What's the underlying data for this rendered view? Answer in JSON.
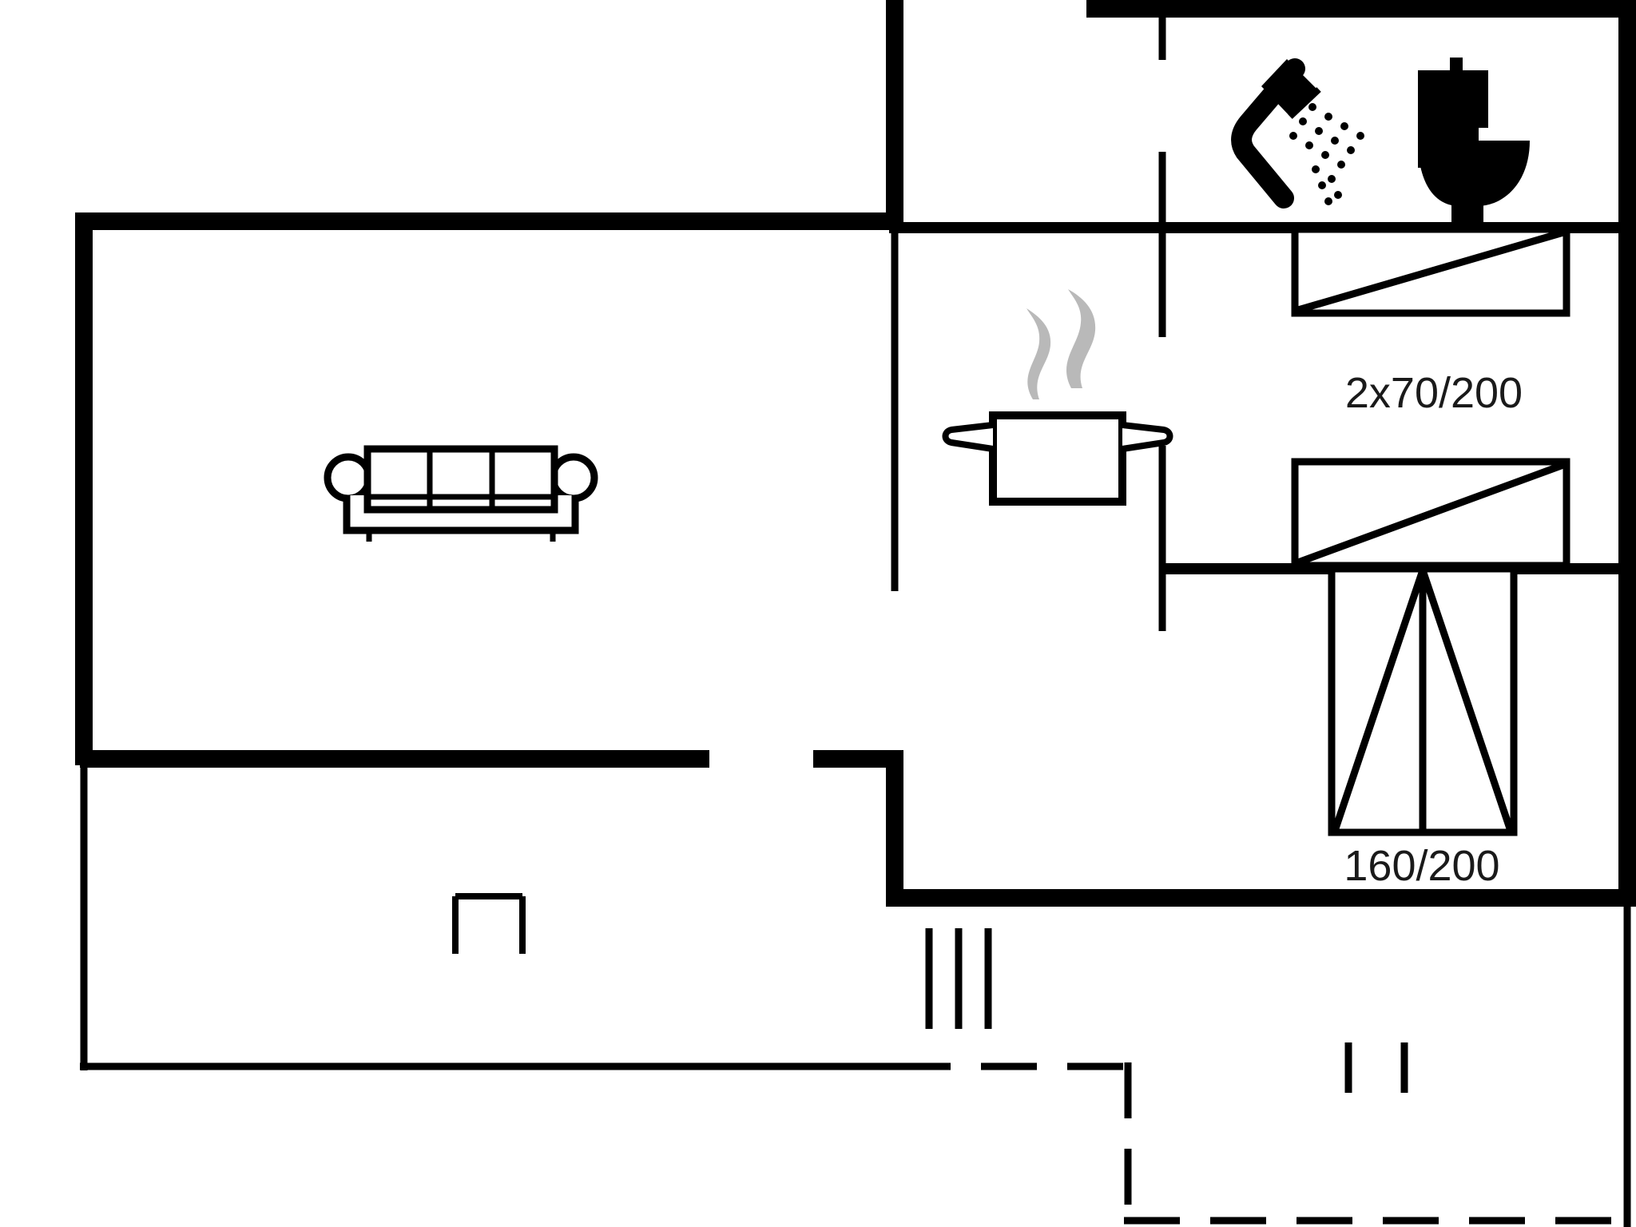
{
  "document": {
    "type": "floor-plan",
    "title": "Holiday home floor plan",
    "background_color": "#ffffff",
    "line_color": "#000000",
    "steam_color": "#b9b9b9"
  },
  "labels": {
    "twin_beds": "2x70/200",
    "double_bed": "160/200"
  },
  "icons": {
    "shower": "shower-icon",
    "toilet": "toilet-icon",
    "cooking_pot": "cooking-pot-icon",
    "sofa": "sofa-icon",
    "single_bed": "single-bed-icon",
    "double_bed": "double-bed-icon",
    "stove": "stove-icon",
    "stairs": "stairs-icon",
    "terrace": "terrace-boundary"
  },
  "rooms": [
    {
      "name": "living-room",
      "furniture": [
        "sofa-icon"
      ]
    },
    {
      "name": "kitchen",
      "furniture": [
        "cooking-pot-icon"
      ]
    },
    {
      "name": "bathroom",
      "furniture": [
        "shower-icon",
        "toilet-icon"
      ]
    },
    {
      "name": "bedroom-twin",
      "furniture": [
        "single-bed-icon",
        "single-bed-icon"
      ],
      "label": "2x70/200"
    },
    {
      "name": "bedroom-double",
      "furniture": [
        "double-bed-icon"
      ],
      "label": "160/200"
    },
    {
      "name": "hallway",
      "furniture": [
        "stove-icon"
      ]
    },
    {
      "name": "terrace",
      "furniture": []
    }
  ]
}
